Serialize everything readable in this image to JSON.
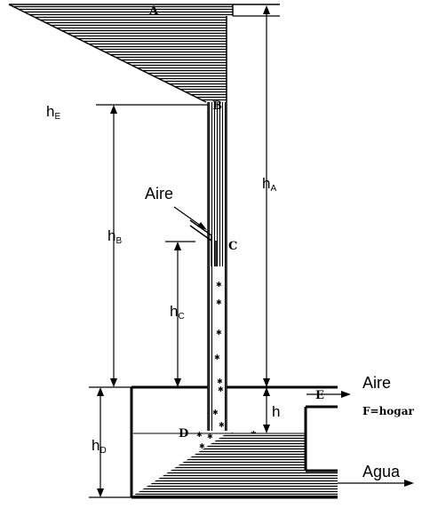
{
  "points": {
    "A": "A",
    "B": "B",
    "C": "C",
    "D": "D",
    "E": "E"
  },
  "heights": {
    "hA": {
      "main": "h",
      "sub": "A"
    },
    "hB": {
      "main": "h",
      "sub": "B"
    },
    "hC": {
      "main": "h",
      "sub": "C"
    },
    "hD": {
      "main": "h",
      "sub": "D"
    },
    "hE": {
      "main": "h",
      "sub": "E"
    },
    "h": "h"
  },
  "labels": {
    "air_inlet": "Aire",
    "air_outlet": "Aire",
    "water_outlet": "Agua",
    "furnace": "F=hogar"
  }
}
